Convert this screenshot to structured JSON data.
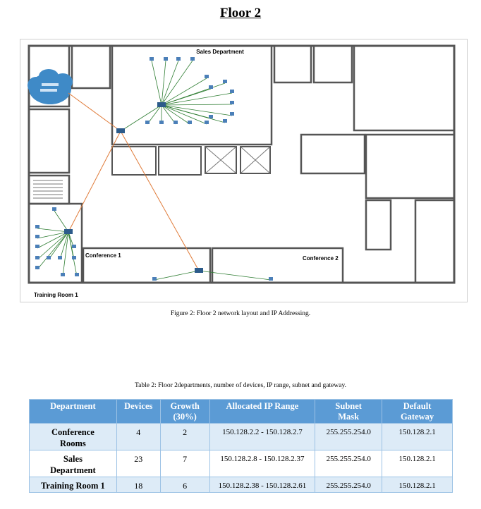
{
  "page_title": "Floor 2",
  "figure": {
    "caption": "Figure 2: Floor 2 network layout and IP Addressing.",
    "room_labels": {
      "sales": "Sales Department",
      "conference1": "Conference 1",
      "conference2": "Conference 2",
      "training": "Training Room 1"
    }
  },
  "table": {
    "caption": "Table 2: Floor 2departments, number of devices, IP range, subnet and gateway.",
    "headers": {
      "department": "Department",
      "devices": "Devices",
      "growth_line1": "Growth",
      "growth_line2": "(30%)",
      "range": "Allocated IP Range",
      "subnet_line1": "Subnet",
      "subnet_line2": "Mask",
      "gateway_line1": "Default",
      "gateway_line2": "Gateway"
    },
    "rows": [
      {
        "dept_line1": "Conference",
        "dept_line2": "Rooms",
        "devices": "4",
        "growth": "2",
        "range": "150.128.2.2 - 150.128.2.7",
        "subnet": "255.255.254.0",
        "gateway": "150.128.2.1"
      },
      {
        "dept_line1": "Sales",
        "dept_line2": "Department",
        "devices": "23",
        "growth": "7",
        "range": "150.128.2.8 - 150.128.2.37",
        "subnet": "255.255.254.0",
        "gateway": "150.128.2.1"
      },
      {
        "dept_line1": "Training Room 1",
        "dept_line2": "",
        "devices": "18",
        "growth": "6",
        "range": "150.128.2.38 - 150.128.2.61",
        "subnet": "255.255.254.0",
        "gateway": "150.128.2.1"
      }
    ]
  },
  "colors": {
    "header_bg": "#5b9bd5",
    "row_alt_bg": "#ddebf7",
    "cloud": "#3f8ac7",
    "wan_link": "#e07b39",
    "lan_link": "#2e7d32"
  }
}
